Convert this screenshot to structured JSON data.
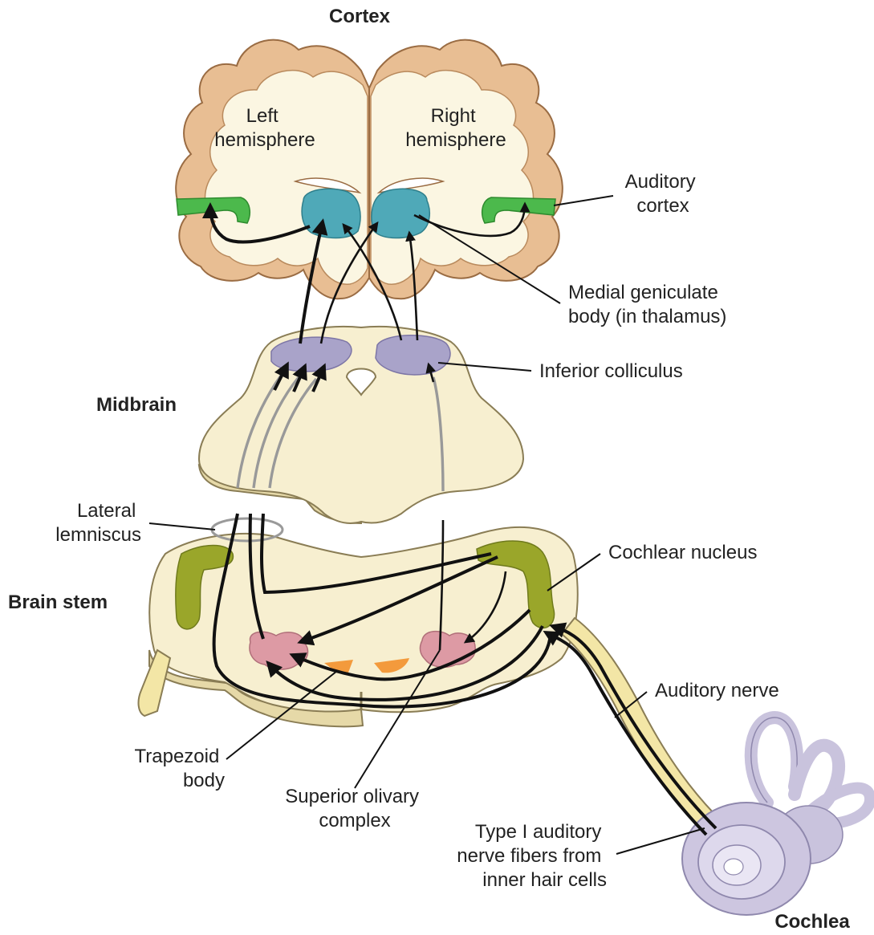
{
  "labels": {
    "cortex_title": "Cortex",
    "left_hemisphere": [
      "Left",
      "hemisphere"
    ],
    "right_hemisphere": [
      "Right",
      "hemisphere"
    ],
    "auditory_cortex": [
      "Auditory",
      "cortex"
    ],
    "medial_geniculate": [
      "Medial geniculate",
      "body (in thalamus)"
    ],
    "inferior_colliculus": "Inferior colliculus",
    "midbrain": "Midbrain",
    "lateral_lemniscus": [
      "Lateral",
      "lemniscus"
    ],
    "cochlear_nucleus": "Cochlear nucleus",
    "brain_stem": "Brain stem",
    "auditory_nerve": "Auditory nerve",
    "trapezoid_body": [
      "Trapezoid",
      "body"
    ],
    "superior_olivary": [
      "Superior olivary",
      "complex"
    ],
    "type1_fibers": [
      "Type I auditory",
      "nerve fibers from",
      "inner hair cells"
    ],
    "cochlea": "Cochlea"
  },
  "colors": {
    "auditory_cortex": "#4cb94c",
    "medial_geniculate": "#4fa9b8",
    "inferior_colliculus": "#a9a3c9",
    "cochlear_nucleus": "#9aa62a",
    "superior_olive": "#dd9aa4",
    "trapezoid_body": "#f39a3c",
    "cochlea": "#c9c3dd",
    "nerve": "#f3e6a6"
  }
}
